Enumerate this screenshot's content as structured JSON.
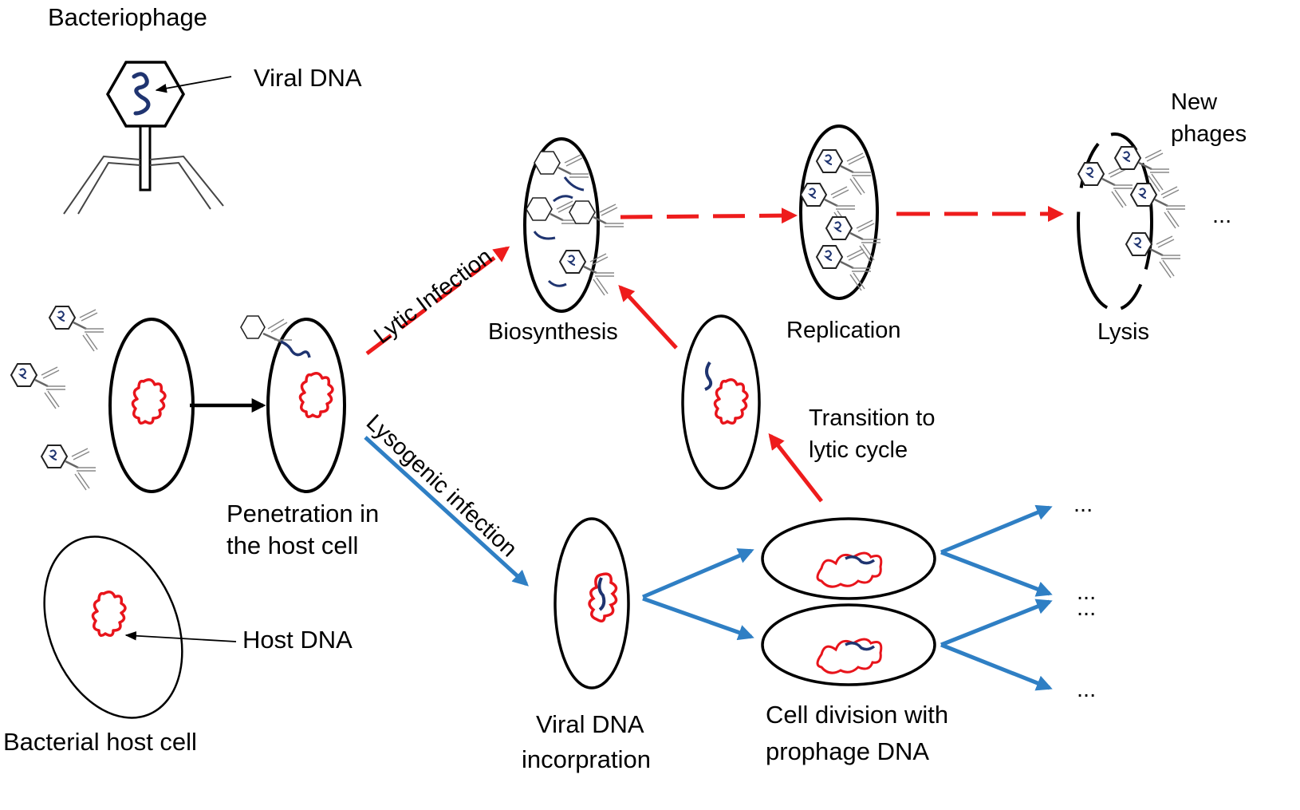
{
  "labels": {
    "bacteriophage": "Bacteriophage",
    "viral_dna": "Viral DNA",
    "new_phages_1": "New",
    "new_phages_2": "phages",
    "ellipsis": "...",
    "biosynthesis": "Biosynthesis",
    "replication": "Replication",
    "lysis": "Lysis",
    "lytic_infection": "Lytic Infection",
    "lysogenic_infection": "Lysogenic infection",
    "penetration_1": "Penetration in",
    "penetration_2": "the host cell",
    "transition_1": "Transition to",
    "transition_2": "lytic cycle",
    "host_dna": "Host DNA",
    "bacterial_host_cell": "Bacterial host cell",
    "viral_dna_incorp_1": "Viral DNA",
    "viral_dna_incorp_2": "incorpration",
    "cell_division_1": "Cell division with",
    "cell_division_2": "prophage DNA"
  },
  "colors": {
    "lytic": "#ee1c1c",
    "lysogenic": "#2f7fc4",
    "viral_dna": "#1f3470",
    "host_dna": "#e8141b",
    "outline": "#000000",
    "phage_grey": "#777777"
  }
}
